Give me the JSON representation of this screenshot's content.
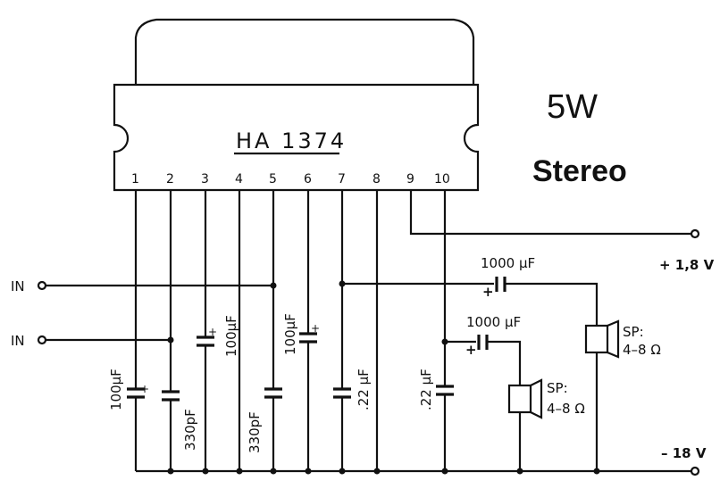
{
  "ic": {
    "part": "HA 1374",
    "pins": [
      "1",
      "2",
      "3",
      "4",
      "5",
      "6",
      "7",
      "8",
      "9",
      "10"
    ]
  },
  "title": {
    "power": "5W",
    "mode": "Stereo"
  },
  "inputs": {
    "in_top": "IN",
    "in_bottom": "IN"
  },
  "supply": {
    "positive": "+ 1,8 V",
    "negative": "– 18 V"
  },
  "components": {
    "c_pin1": "100µF",
    "c_pin2": "330pF",
    "c_pin3": "100µF",
    "c_pin5": "330pF",
    "c_pin6": "100µF",
    "c_pin7": ".22 µF",
    "c_pin10": ".22 µF",
    "c_out_top": "1000 µF",
    "c_out_bottom": "1000 µF",
    "plus": "+"
  },
  "speakers": {
    "top": {
      "label": "SP:",
      "impedance": "4–8 Ω"
    },
    "bottom": {
      "label": "SP:",
      "impedance": "4–8 Ω"
    }
  }
}
